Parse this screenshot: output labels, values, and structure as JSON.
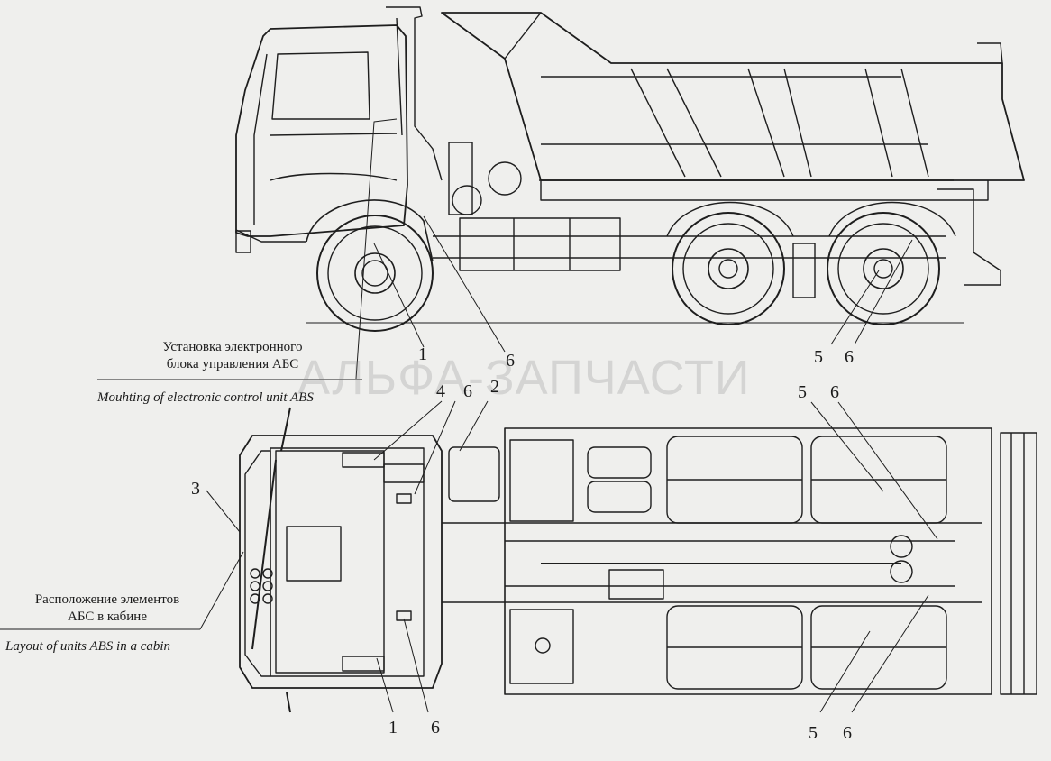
{
  "watermark": "АЛЬФА-ЗАПЧАСТИ",
  "captions": {
    "ecu_mount_ru_line1": "Установка электронного",
    "ecu_mount_ru_line2": "блока управления АБС",
    "ecu_mount_en": "Mouhting of electronic control unit ABS",
    "cabin_layout_ru_line1": "Расположение элементов",
    "cabin_layout_ru_line2": "АБС в кабине",
    "cabin_layout_en": "Layout of units ABS in a cabin"
  },
  "callouts": {
    "side_1": "1",
    "side_6_front": "6",
    "side_5": "5",
    "side_6_rear": "6",
    "top_4": "4",
    "top_6_a": "6",
    "top_2": "2",
    "top_5_top": "5",
    "top_6_top": "6",
    "top_3": "3",
    "top_1_bottom": "1",
    "top_6_bottom": "6",
    "top_5_bottom": "5",
    "top_6_bottom_rear": "6"
  },
  "colors": {
    "line": "#1e1e1e",
    "background": "#efefed"
  }
}
